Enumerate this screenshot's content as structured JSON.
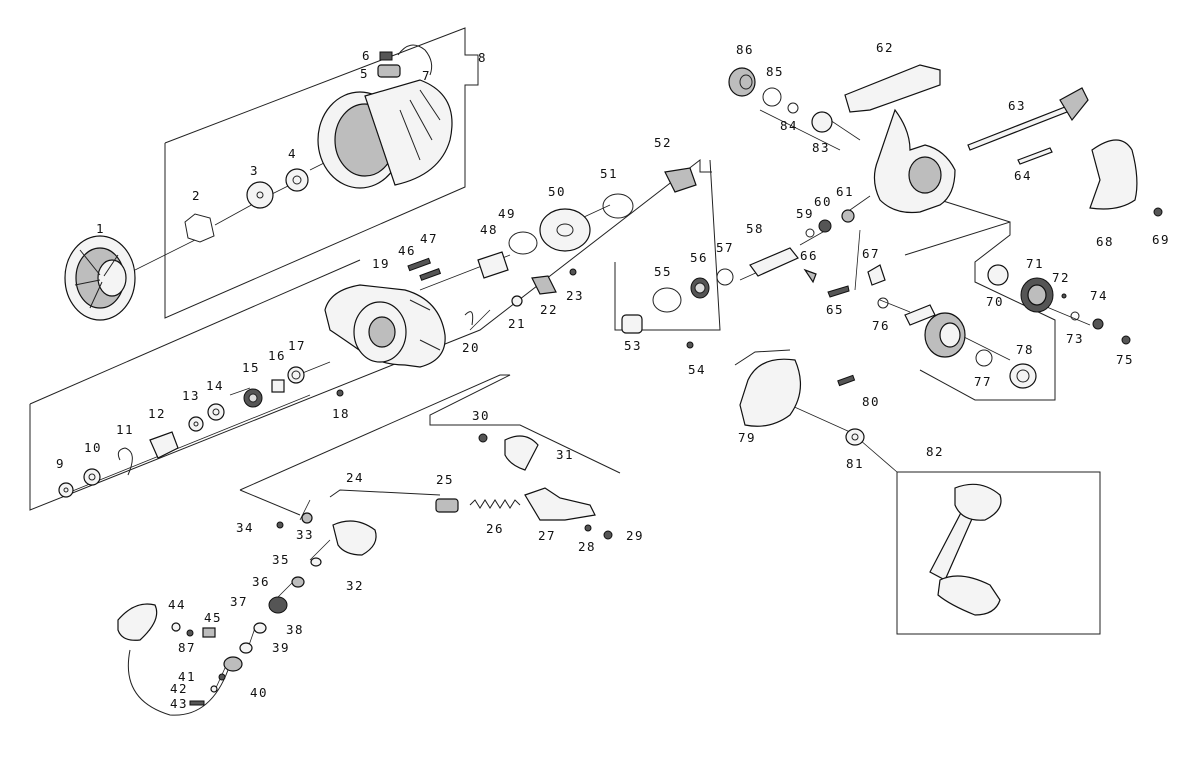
{
  "diagram": {
    "type": "exploded-parts-diagram",
    "labels": [
      "1",
      "2",
      "3",
      "4",
      "5",
      "6",
      "7",
      "8",
      "9",
      "10",
      "11",
      "12",
      "13",
      "14",
      "15",
      "16",
      "17",
      "18",
      "19",
      "20",
      "21",
      "22",
      "23",
      "24",
      "25",
      "26",
      "27",
      "28",
      "29",
      "30",
      "31",
      "32",
      "33",
      "34",
      "35",
      "36",
      "37",
      "38",
      "39",
      "40",
      "41",
      "42",
      "43",
      "44",
      "45",
      "46",
      "47",
      "48",
      "49",
      "50",
      "51",
      "52",
      "53",
      "54",
      "55",
      "56",
      "57",
      "58",
      "59",
      "60",
      "61",
      "62",
      "63",
      "64",
      "65",
      "66",
      "67",
      "68",
      "69",
      "70",
      "71",
      "72",
      "73",
      "74",
      "75",
      "76",
      "77",
      "78",
      "79",
      "80",
      "81",
      "82",
      "83",
      "84",
      "85",
      "86",
      "87"
    ]
  }
}
